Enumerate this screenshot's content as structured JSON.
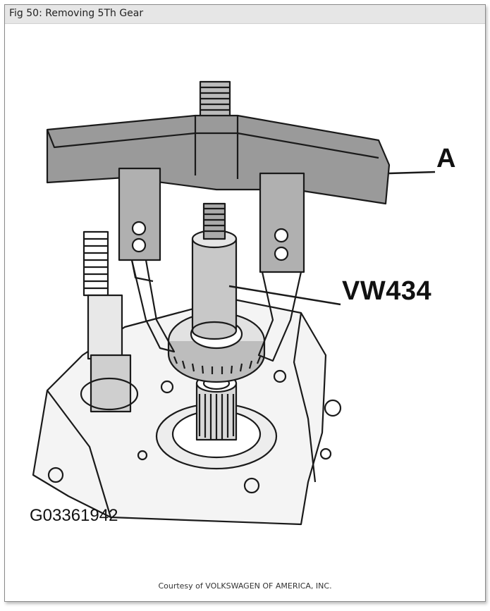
{
  "title": "Fig 50: Removing 5Th Gear",
  "callouts": {
    "a": "A",
    "tool": "VW434"
  },
  "figure_id": "G03361942",
  "credit": "Courtesy of VOLKSWAGEN OF AMERICA, INC."
}
